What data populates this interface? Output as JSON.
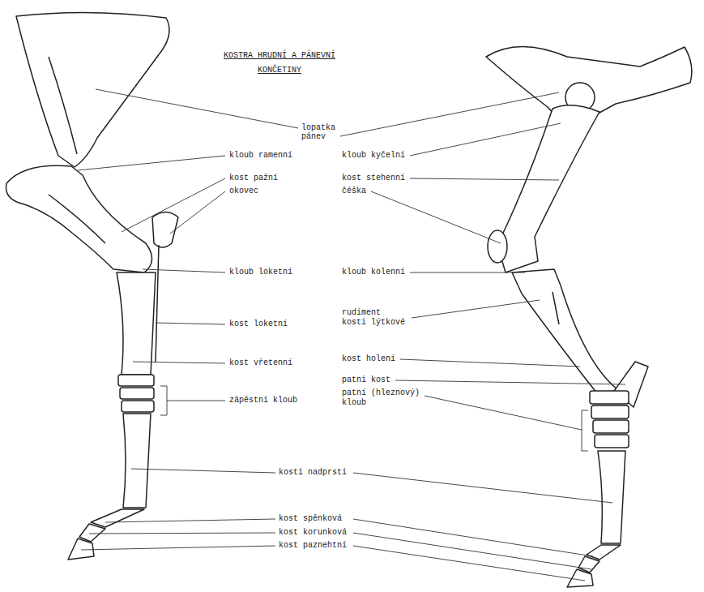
{
  "diagram": {
    "title": "KOSTRA HRUDNÍ A PÁNEVNÍ KONČETINY",
    "labels": [
      "lopatka",
      "pánev",
      "kloub ramenní",
      "kloub kyčelní",
      "kost pažní",
      "kost stehenní",
      "okovec",
      "čéška",
      "kloub loketní",
      "kloub kolenní",
      "rudiment kosti lýtkové",
      "kost loketní",
      "kost vřetenní",
      "kost holení",
      "patní kost",
      "zápěstní kloub",
      "patní (hleznový) kloub",
      "kosti nadprstí",
      "kost spěnková",
      "kost korunková",
      "kost paznehtní"
    ]
  }
}
